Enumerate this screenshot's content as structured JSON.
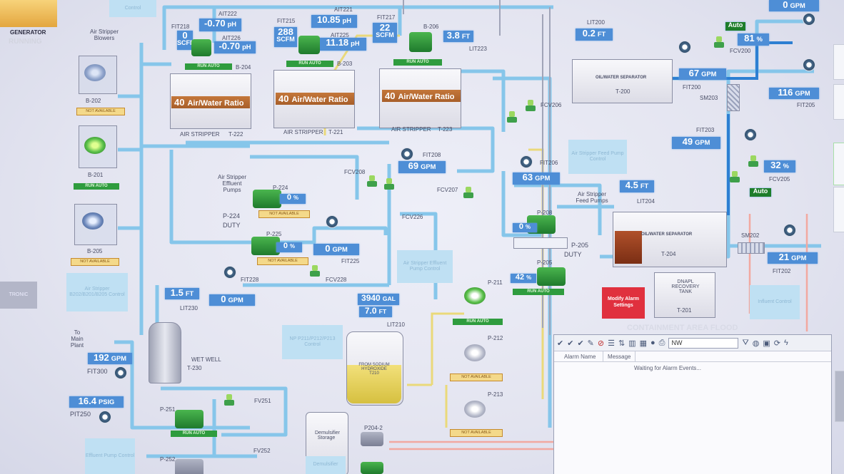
{
  "colors": {
    "pipe": "#7fc3e8",
    "valueBox": "#4e8ed6",
    "runAuto": "#2f9c3e",
    "notAvailable": "#f4d98a",
    "alarmButton": "#e0303e",
    "autoBadge": "#1e7d2a"
  },
  "generator": {
    "label": "GENERATOR",
    "status": "RUNNING"
  },
  "blowers": {
    "title": "Air Stripper Blowers",
    "tags": [
      "B-202",
      "B-201",
      "B-205"
    ],
    "status": [
      "NOT AVAILABLE",
      "RUN AUTO",
      "NOT AVAILABLE"
    ]
  },
  "left_control": "Air Stripper B202/B201/B205 Control",
  "tronic": "TRONIC",
  "stripper_feed": {
    "t222": {
      "flow": "0",
      "flow_unit": "SCFM",
      "flow_tag": "FIT218",
      "pressure_tag": "AIT222",
      "pressure": "-0.70",
      "ph": "-0.70",
      "ph_tag": "AIT226",
      "ph_unit": "pH",
      "blower": "B-204",
      "status": "RUN AUTO",
      "ratio": "40",
      "ratio_label": "Air/Water Ratio",
      "name": "AIR STRIPPER",
      "tank": "T-222"
    },
    "t221": {
      "flow": "288",
      "flow_unit": "SCFM",
      "flow_tag": "FIT215",
      "pressure_tag": "AIT221",
      "pressure": "10.85",
      "ph": "11.18",
      "ph_tag": "AIT225",
      "ph_unit": "pH",
      "blower": "B-203",
      "status": "RUN AUTO",
      "ratio": "40",
      "ratio_label": "Air/Water Ratio",
      "name": "AIR STRIPPER",
      "tank": "T-221"
    },
    "t223": {
      "flow": "22",
      "flow_unit": "SCFM",
      "flow_tag": "FIT217",
      "blower": "B-206",
      "status": "RUN AUTO",
      "ratio": "40",
      "ratio_label": "Air/Water Ratio",
      "name": "AIR STRIPPER",
      "tank": "T-223",
      "level": "3.8",
      "level_unit": "FT",
      "level_tag": "LIT223"
    }
  },
  "sep200": {
    "level": "0.2",
    "level_unit": "FT",
    "level_tag": "LIT200",
    "name": "OIL/WATER SEPARATOR",
    "tank": "T-200"
  },
  "fcv200": {
    "mode": "Auto",
    "pct": "81",
    "unit": "%",
    "tag": "FCV200"
  },
  "right_flows": {
    "top": "0",
    "top_unit": "GPM",
    "fit200": "67",
    "fit200_unit": "GPM",
    "fit200_tag": "FIT200",
    "fit205": "116",
    "fit205_unit": "GPM",
    "fit205_tag": "FIT205",
    "sm203": "SM203"
  },
  "fit203": {
    "value": "49",
    "unit": "GPM",
    "tag": "FIT203"
  },
  "fcv205": {
    "pct": "32",
    "unit": "%",
    "tag": "FCV205",
    "mode": "Auto"
  },
  "fcv206": "FCV206",
  "fit208": {
    "value": "69",
    "unit": "GPM",
    "tag": "FIT208"
  },
  "fit206": {
    "value": "63",
    "unit": "GPM",
    "tag": "FIT206"
  },
  "fcv208": "FCV208",
  "fcv207": "FCV207",
  "fcv226": "FCV226",
  "fcv228": "FCV228",
  "feed_ctrl": "Air Stripper Feed Pump Control",
  "feed_pumps": {
    "title": "Air Stripper Feed Pumps",
    "p208": "P-208",
    "pct1": "0",
    "pct_unit": "%",
    "duty": "DUTY",
    "p205": "P-205",
    "pct2": "42",
    "status": "RUN AUTO",
    "seal": "P-205"
  },
  "effluent_pumps": {
    "title": "Air Stripper Effluent Pumps",
    "p224": "P-224",
    "duty": "DUTY",
    "p224b": "P-224",
    "pct1": "0",
    "pct_unit": "%",
    "na1": "NOT AVAILABLE",
    "p225": "P-225",
    "pct2": "0",
    "na2": "NOT AVAILABLE"
  },
  "fit225": {
    "value": "0",
    "unit": "GPM",
    "tag": "FIT225"
  },
  "fit228": {
    "tag": "FIT228"
  },
  "effluent_ctrl": "Air Stripper Effluent Pump Control",
  "lit230": {
    "value": "1.5",
    "unit": "FT",
    "tag": "LIT230",
    "flow": "0",
    "flow_unit": "GPM"
  },
  "lit204": {
    "value": "4.5",
    "unit": "FT",
    "tag": "LIT204"
  },
  "sep204": {
    "name": "OIL/WATER SEPARATOR",
    "tank": "T-204"
  },
  "sm202": "SM202",
  "fit202": {
    "value": "21",
    "unit": "GPM",
    "tag": "FIT202"
  },
  "dnapl": {
    "title": "DNAPL RECOVERY TANK",
    "tank": "T-201"
  },
  "modify_alarm": "Modify Alarm Settings",
  "influent_ctrl": "Influent Control",
  "containment": "CONTAINMENT AREA FLOOD",
  "alarm": {
    "filter": "NW",
    "col1": "Alarm Name",
    "col2": "Message",
    "waiting": "Waiting for Alarm Events..."
  },
  "tank210": {
    "gal": "3940",
    "gal_unit": "GAL",
    "ft": "7.0",
    "ft_unit": "FT",
    "tag": "LIT210",
    "desc": "FROM SODIUM HYDROXIDE T210"
  },
  "p211_ctrl": "NP P211/P212/P213 Control",
  "p211": {
    "tag": "P-211",
    "status": "RUN AUTO"
  },
  "p212": {
    "tag": "P-212",
    "status": "NOT AVAILABLE"
  },
  "p213": {
    "tag": "P-213",
    "status": "NOT AVAILABLE"
  },
  "main_plant": "To Main Plant",
  "fit300": {
    "value": "192",
    "unit": "GPM",
    "tag": "FIT300"
  },
  "pit250": {
    "value": "16.4",
    "unit": "PSIG",
    "tag": "PIT250"
  },
  "wetwell": {
    "name": "WET WELL",
    "tank": "T-230"
  },
  "p251": {
    "tag": "P-251",
    "status": "RUN AUTO",
    "fv": "FV251"
  },
  "p252": {
    "tag": "P-252",
    "fv": "FV252"
  },
  "effluent_pump_ctrl": "Effluent Pump Control",
  "demuls": "Demulsifier Storage",
  "demuls2": "Demulsifier",
  "p204": "P204-2"
}
